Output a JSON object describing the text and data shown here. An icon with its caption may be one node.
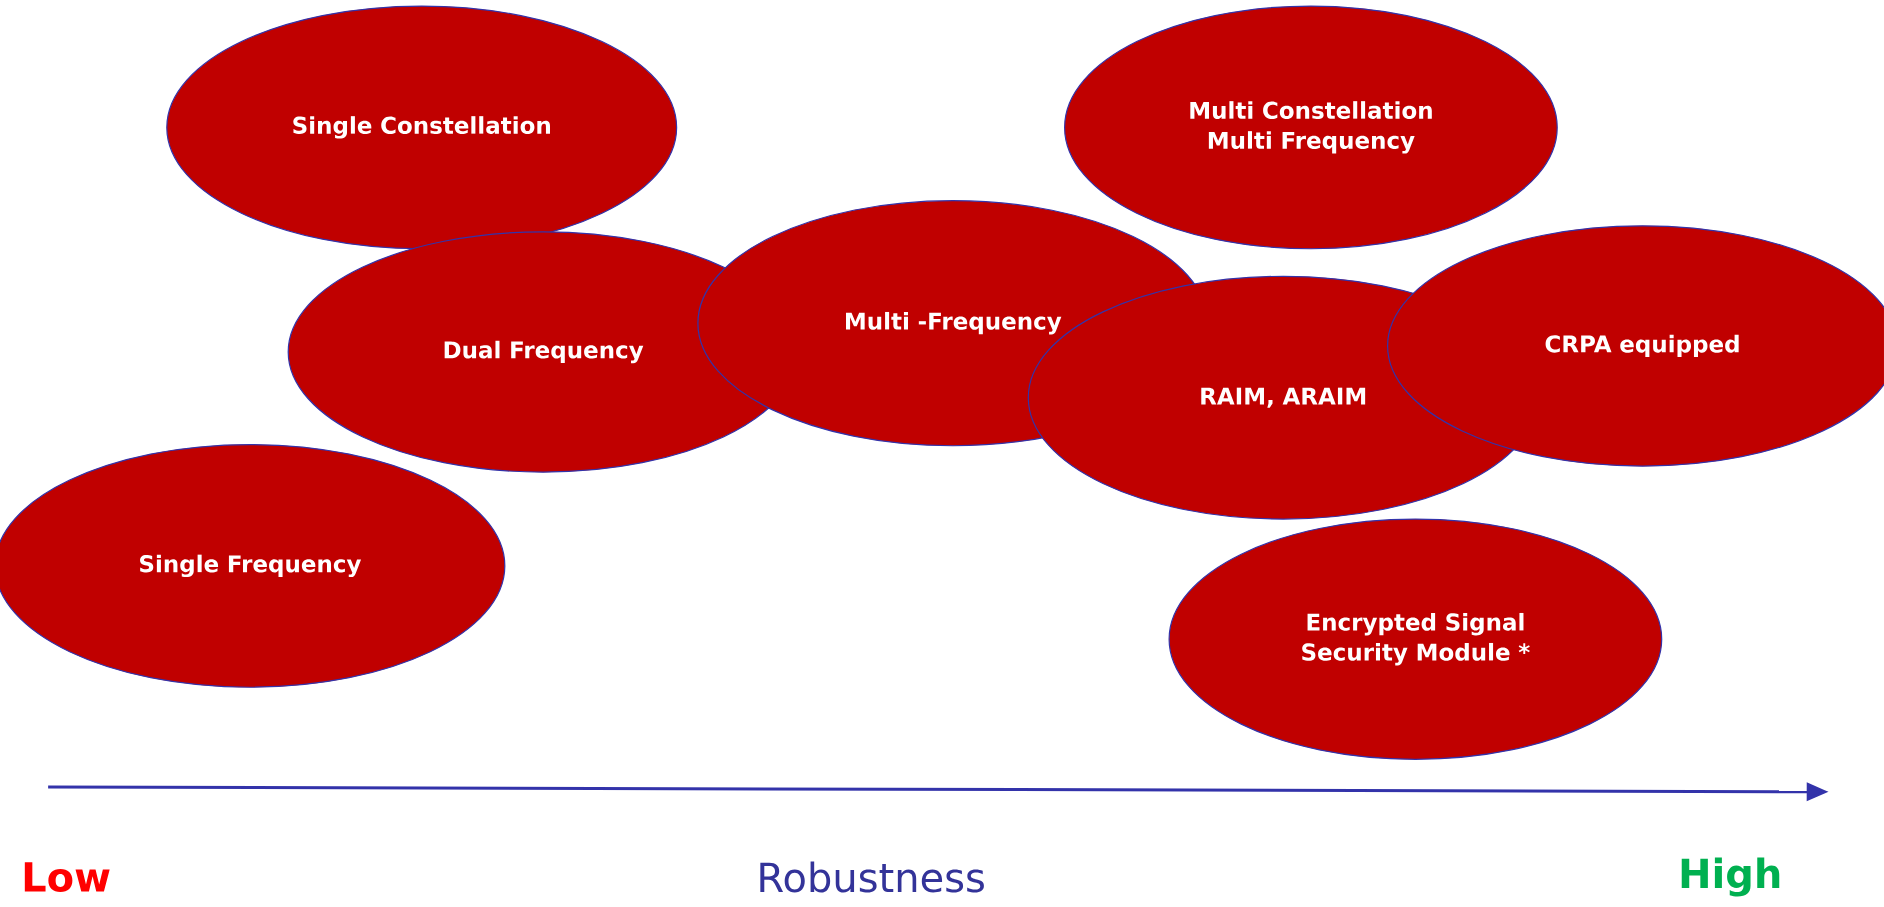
{
  "diagram": {
    "nodes": [
      {
        "text": [
          "Single Constellation"
        ]
      },
      {
        "text": [
          "Multi Constellation Multi Frequency"
        ]
      },
      {
        "text": [
          "Multi -Frequency"
        ]
      },
      {
        "text": [
          "Dual Frequency"
        ]
      },
      {
        "text": [
          "CRPA equipped"
        ]
      },
      {
        "text": [
          "RAIM, ARAIM"
        ]
      },
      {
        "text": [
          "Single Frequency"
        ]
      },
      {
        "text": [
          "Encrypted Signal Security Module *"
        ]
      }
    ],
    "labels": [
      "Low",
      "Robustness",
      "High"
    ]
  }
}
